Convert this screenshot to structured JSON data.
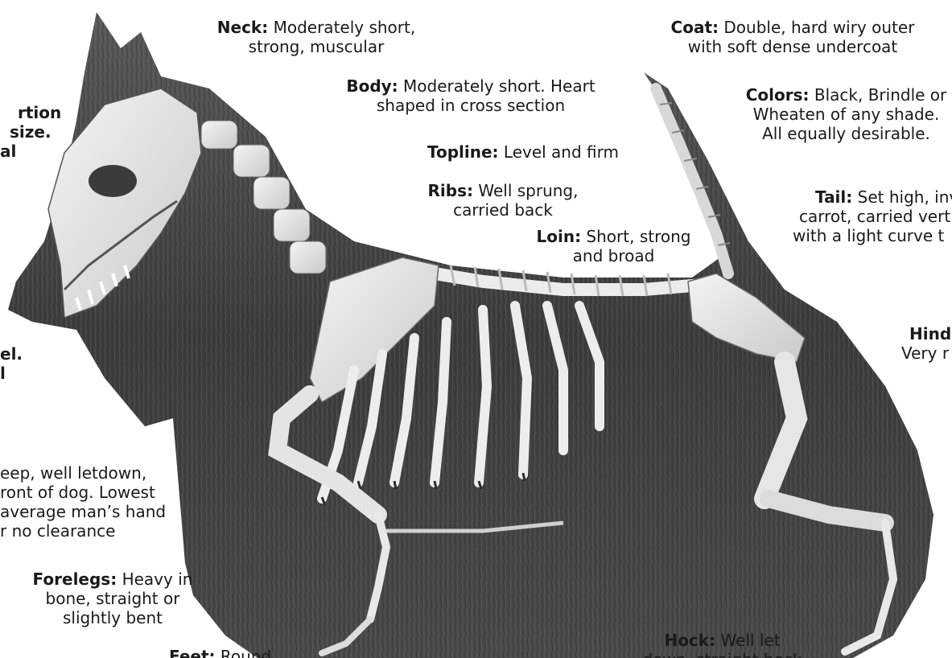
{
  "labels": {
    "neck": {
      "term": "Neck:",
      "line1": " Moderately short,",
      "line2": "strong, muscular"
    },
    "coat": {
      "term": "Coat:",
      "line1": " Double, hard wiry outer",
      "line2": "with soft dense undercoat"
    },
    "body": {
      "term": "Body:",
      "line1": " Moderately short. Heart",
      "line2": "shaped in cross section"
    },
    "colors": {
      "term": "Colors:",
      "line1": " Black, Brindle or",
      "line2": "Wheaten of any shade.",
      "line3": "All equally desirable."
    },
    "topline": {
      "term": "Topline:",
      "line1": " Level and firm"
    },
    "ribs": {
      "term": "Ribs:",
      "line1": " Well sprung,",
      "line2": "carried back"
    },
    "tail": {
      "term": "Tail:",
      "line1": " Set high, inv",
      "line2": "carrot, carried vert",
      "line3": "with a light curve t"
    },
    "loin": {
      "term": "Loin:",
      "line1": " Short, strong",
      "line2": "and broad"
    },
    "head_cut": {
      "line1": "rtion",
      "line2": "size.",
      "line3": "al"
    },
    "level_cut": {
      "line1": "el.",
      "line2": "l"
    },
    "hind": {
      "term": "Hind",
      "line2": "Very r"
    },
    "chest": {
      "line1": "eep, well letdown,",
      "line2": "ront of dog. Lowest",
      "line3": "average man’s hand",
      "line4": "r no clearance"
    },
    "forelegs": {
      "term": "Forelegs:",
      "line1": " Heavy in",
      "line2": "bone, straight or",
      "line3": "slightly bent"
    },
    "feet": {
      "term": "Feet:",
      "line1": " Round"
    },
    "hock": {
      "term": "Hock:",
      "line1": " Well let",
      "line2": "down, straight hock"
    }
  }
}
